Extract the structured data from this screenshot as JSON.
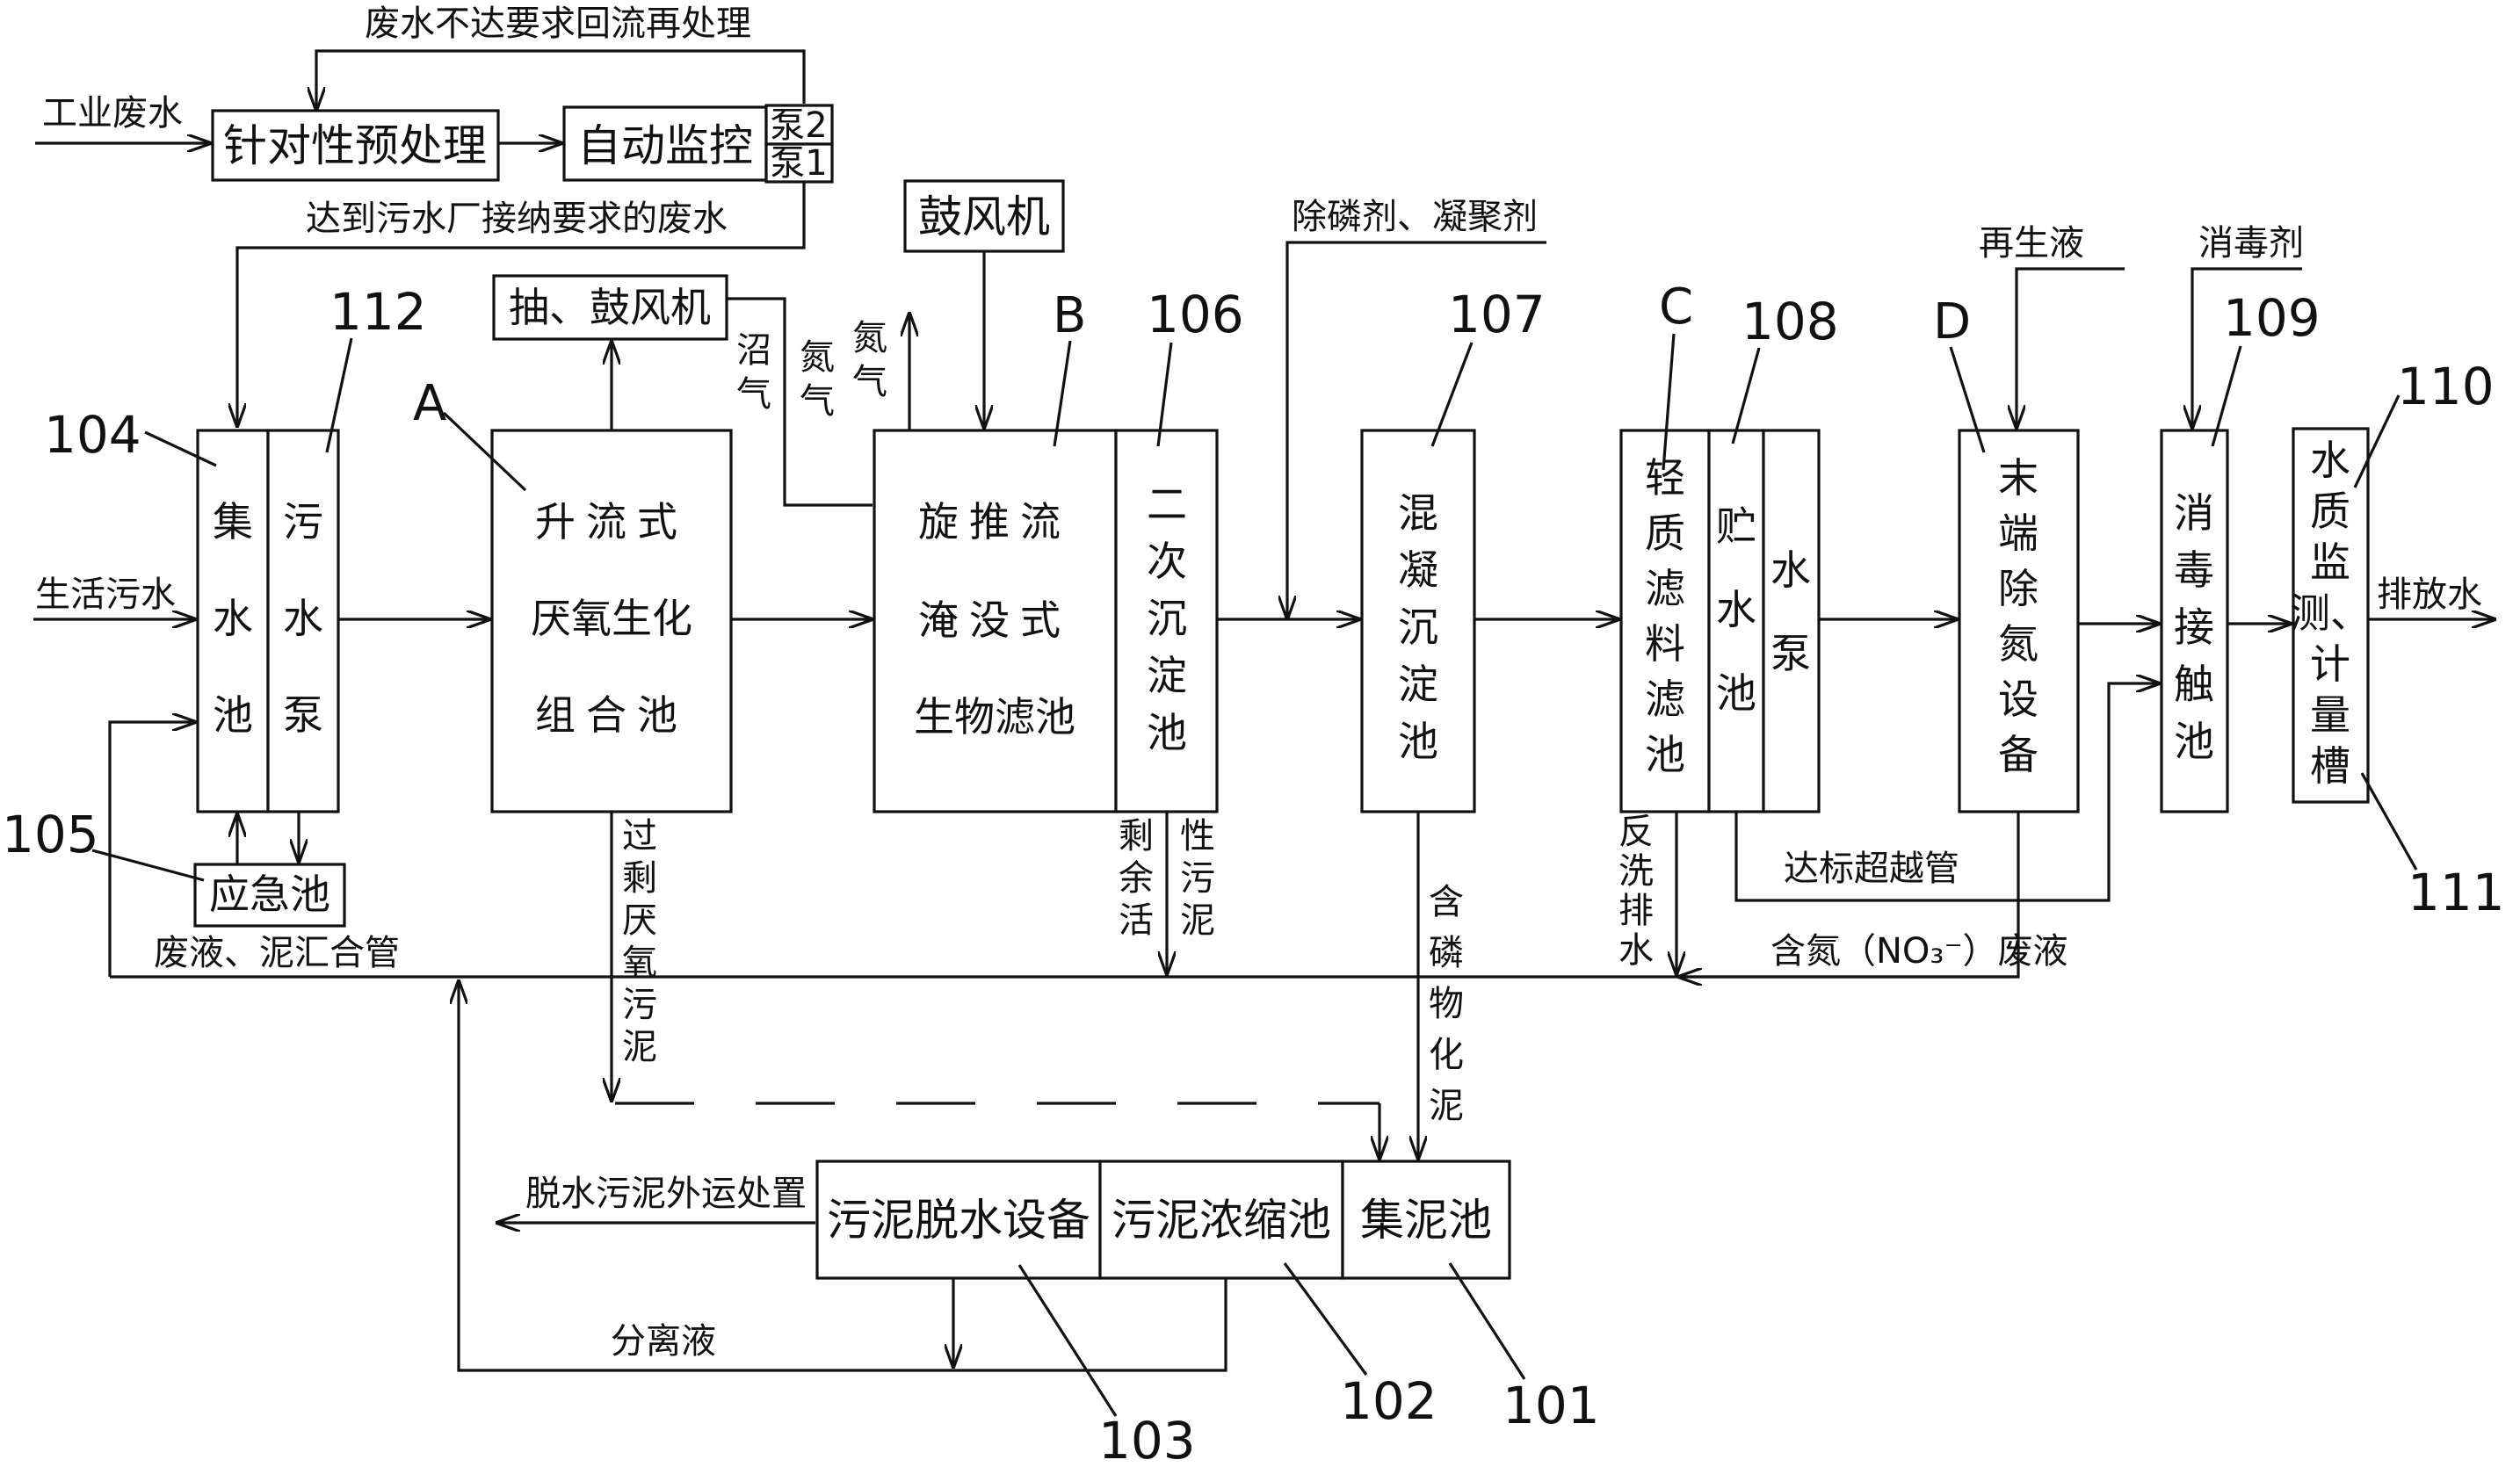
{
  "labels": {
    "pretreat": "针对性预处理",
    "monitor": "自动监控",
    "pump2": "泵2",
    "pump1": "泵1",
    "blower": "鼓风机",
    "exhaust": "抽、鼓风机",
    "collect": [
      "集",
      "水",
      "池"
    ],
    "sewpump": [
      "污",
      "水",
      "泵"
    ],
    "uasb": [
      "升流式",
      "厌氧生化",
      "组合池"
    ],
    "biofilter": [
      "旋推流",
      "淹没式",
      "生物滤池"
    ],
    "secondary": [
      "二",
      "次",
      "沉",
      "淀",
      "池"
    ],
    "coag": [
      "混",
      "凝",
      "沉",
      "淀",
      "池"
    ],
    "filter": [
      "轻",
      "质",
      "滤",
      "料",
      "滤",
      "池"
    ],
    "storage": [
      "贮",
      "水",
      "池"
    ],
    "wpump": [
      "水",
      "泵"
    ],
    "denitr": [
      "末",
      "端",
      "除",
      "氮",
      "设",
      "备"
    ],
    "disinf": [
      "消",
      "毒",
      "接",
      "触",
      "池"
    ],
    "quality": [
      "水",
      "质",
      "监",
      "测、",
      "计",
      "量",
      "槽"
    ],
    "emergency": "应急池",
    "dewater": "污泥脱水设备",
    "thicken": "污泥浓缩池",
    "sludgecol": "集泥池"
  },
  "flow": {
    "recycle": "废水不达要求回流再处理",
    "industrial": "工业废水",
    "accepted": "达到污水厂接纳要求的废水",
    "domestic": "生活污水",
    "biogas": [
      "沼",
      "气"
    ],
    "nitrogen1": [
      "氮",
      "气"
    ],
    "nitrogen2": [
      "氮",
      "气"
    ],
    "phos_agent": "除磷剂、凝聚剂",
    "regen": "再生液",
    "disinfectant": "消毒剂",
    "discharge": "排放水",
    "waste_main": "废液、泥汇合管",
    "excess_anaerobic": [
      "过",
      "剩",
      "厌",
      "氧",
      "污",
      "泥"
    ],
    "residual_a": [
      "剩",
      "余",
      "活"
    ],
    "residual_b": [
      "性",
      "污",
      "泥"
    ],
    "phos_sludge": [
      "含",
      "磷",
      "物",
      "化",
      "泥"
    ],
    "backwash": [
      "反",
      "洗",
      "排",
      "水"
    ],
    "bypass": "达标超越管",
    "no3_waste": "含氮（NO₃⁻）废液",
    "separation": "分离液",
    "dewatered_out": "脱水污泥外运处置"
  },
  "markers": {
    "A": "A",
    "B": "B",
    "C": "C",
    "D": "D",
    "n101": "101",
    "n102": "102",
    "n103": "103",
    "n104": "104",
    "n105": "105",
    "n106": "106",
    "n107": "107",
    "n108": "108",
    "n109": "109",
    "n110": "110",
    "n111": "111",
    "n112": "112"
  }
}
